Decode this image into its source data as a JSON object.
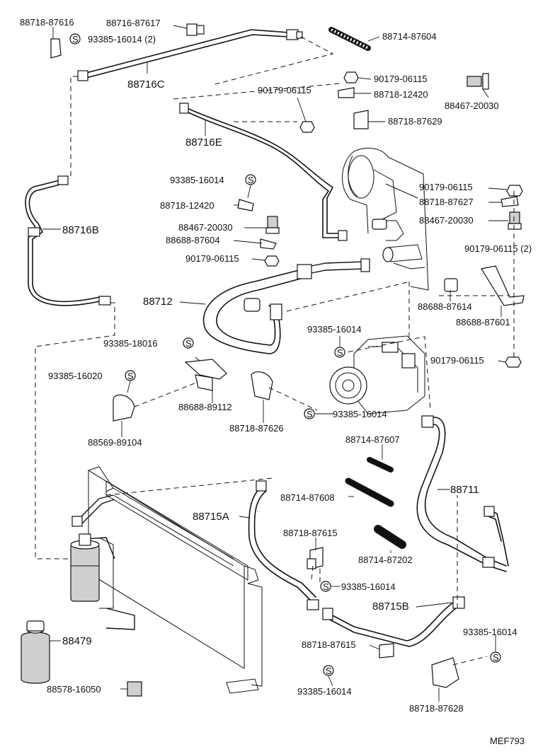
{
  "diagram_code": "MEF793",
  "symbol_letter": "S",
  "parts": {
    "p88718_87616": "88718-87616",
    "p88716_87617": "88716-87617",
    "p93385_16014_2": "93385-16014 (2)",
    "p88714_87604": "88714-87604",
    "p88716C": "88716C",
    "p90179_06115_a": "90179-06115",
    "p90179_06115_b": "90179-06115",
    "p88718_12420_a": "88718-12420",
    "p88467_20030_a": "88467-20030",
    "p88718_87629": "88718-87629",
    "p88716E": "88716E",
    "p93385_16014_a": "93385-16014",
    "p88718_12420_b": "88718-12420",
    "p90179_06115_c": "90179-06115",
    "p88718_87627": "88718-87627",
    "p88467_20030_b": "88467-20030",
    "p88467_20030_c": "88467-20030",
    "p88688_87604": "88688-87604",
    "p90179_06115_d": "90179-06115",
    "p90179_06115_2": "90179-06115 (2)",
    "p88716B": "88716B",
    "p88712": "88712",
    "p88688_87614": "88688-87614",
    "p88688_87601": "88688-87601",
    "p93385_16014_b": "93385-16014",
    "p93385_18016": "93385-18016",
    "p90179_06115_e": "90179-06115",
    "p93385_16020": "93385-16020",
    "p88688_89112": "88688-89112",
    "p93385_16014_c": "93385-16014",
    "p88569_89104": "88569-89104",
    "p88718_87626": "88718-87626",
    "p88714_87607": "88714-87607",
    "p88711": "88711",
    "p88715A": "88715A",
    "p88714_87608": "88714-87608",
    "p88718_87615_a": "88718-87615",
    "p88714_87202": "88714-87202",
    "p93385_16014_d": "93385-16014",
    "p88715B": "88715B",
    "p88479": "88479",
    "p93385_16014_e": "93385-16014",
    "p88718_87615_b": "88718-87615",
    "p88578_16050": "88578-16050",
    "p93385_16014_f": "93385-16014",
    "p88718_87628": "88718-87628"
  }
}
